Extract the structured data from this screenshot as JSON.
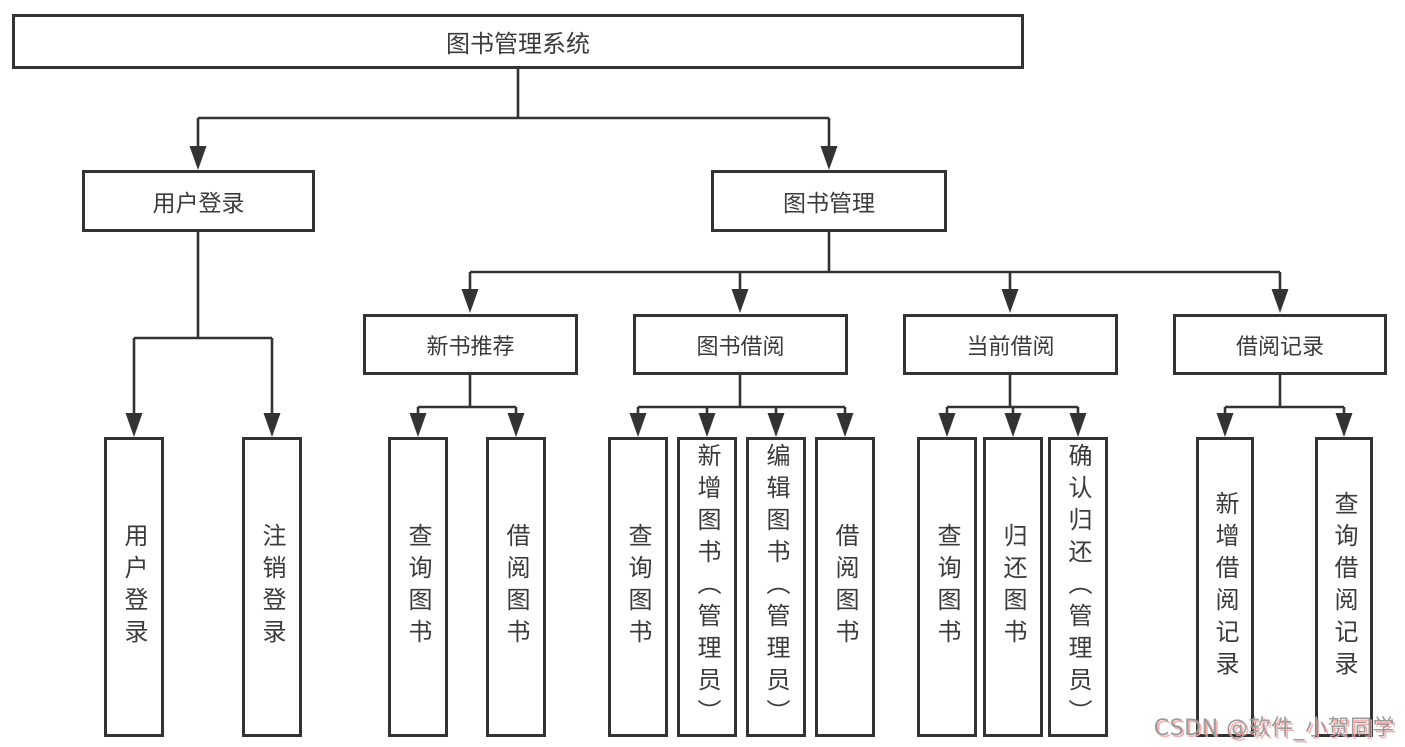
{
  "diagram": {
    "root": {
      "label": "图书管理系统"
    },
    "branches": {
      "user_login": {
        "label": "用户登录",
        "children": [
          {
            "label": "用户登录"
          },
          {
            "label": "注销登录"
          }
        ]
      },
      "book_management": {
        "label": "图书管理",
        "sections": {
          "new_book": {
            "label": "新书推荐",
            "children": [
              {
                "label": "查询图书"
              },
              {
                "label": "借阅图书"
              }
            ]
          },
          "book_borrow": {
            "label": "图书借阅",
            "children": [
              {
                "label": "查询图书"
              },
              {
                "label": "新增图书（管理员）"
              },
              {
                "label": "编辑图书（管理员）"
              },
              {
                "label": "借阅图书"
              }
            ]
          },
          "current_borrow": {
            "label": "当前借阅",
            "children": [
              {
                "label": "查询图书"
              },
              {
                "label": "归还图书"
              },
              {
                "label": "确认归还（管理员）"
              }
            ]
          },
          "borrow_records": {
            "label": "借阅记录",
            "children": [
              {
                "label": "新增借阅记录"
              },
              {
                "label": "查询借阅记录"
              }
            ]
          }
        }
      }
    }
  },
  "watermark": {
    "text": "CSDN @软件_小贺同学"
  },
  "colors": {
    "line": "#333333",
    "box_border": "#333333",
    "text": "#3b3b3b",
    "background": "#ffffff",
    "watermark_gray": "#9c9c9c",
    "watermark_red": "#faa5a5"
  }
}
